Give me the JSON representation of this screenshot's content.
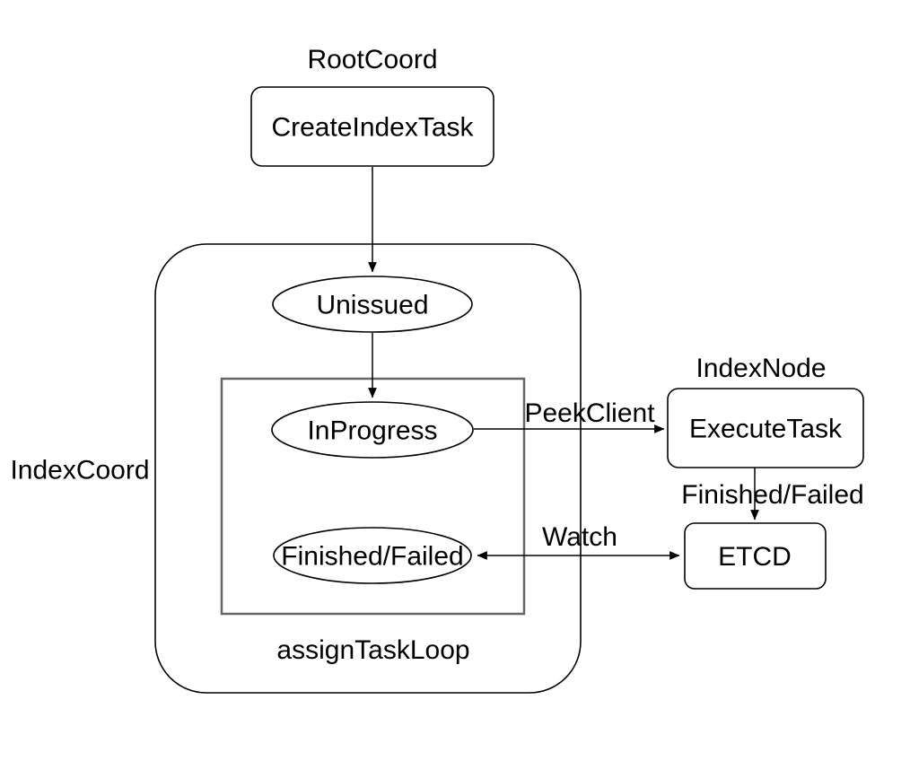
{
  "diagram": {
    "title_labels": {
      "root_coord": "RootCoord",
      "index_node": "IndexNode",
      "index_coord": "IndexCoord",
      "assign_task_loop": "assignTaskLoop"
    },
    "nodes": {
      "create_index_task": "CreateIndexTask",
      "unissued": "Unissued",
      "in_progress": "InProgress",
      "finished_failed": "Finished/Failed",
      "execute_task": "ExecuteTask",
      "etcd": "ETCD"
    },
    "edge_labels": {
      "peek_client": "PeekClient",
      "finished_failed": "Finished/Failed",
      "watch": "Watch"
    },
    "colors": {
      "stroke": "#000000",
      "loop_box_stroke": "#666666",
      "text": "#000000",
      "background": "#ffffff"
    }
  }
}
